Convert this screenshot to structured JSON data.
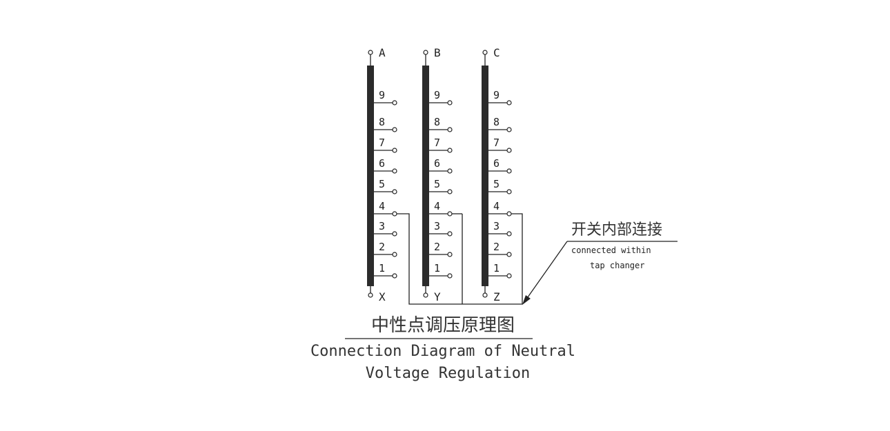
{
  "phases": [
    {
      "name": "A",
      "end": "X"
    },
    {
      "name": "B",
      "end": "Y"
    },
    {
      "name": "C",
      "end": "Z"
    }
  ],
  "taps": [
    "9",
    "8",
    "7",
    "6",
    "5",
    "4",
    "3",
    "2",
    "1"
  ],
  "title": {
    "cn": "中性点调压原理图",
    "en_line1": "Connection Diagram of Neutral",
    "en_line2": "Voltage Regulation"
  },
  "annotation": {
    "cn": "开关内部连接",
    "en_line1": "connected within",
    "en_line2": "tap changer"
  },
  "colors": {
    "line": "#222222",
    "coil": "#2b2b2b",
    "text": "#333333"
  }
}
